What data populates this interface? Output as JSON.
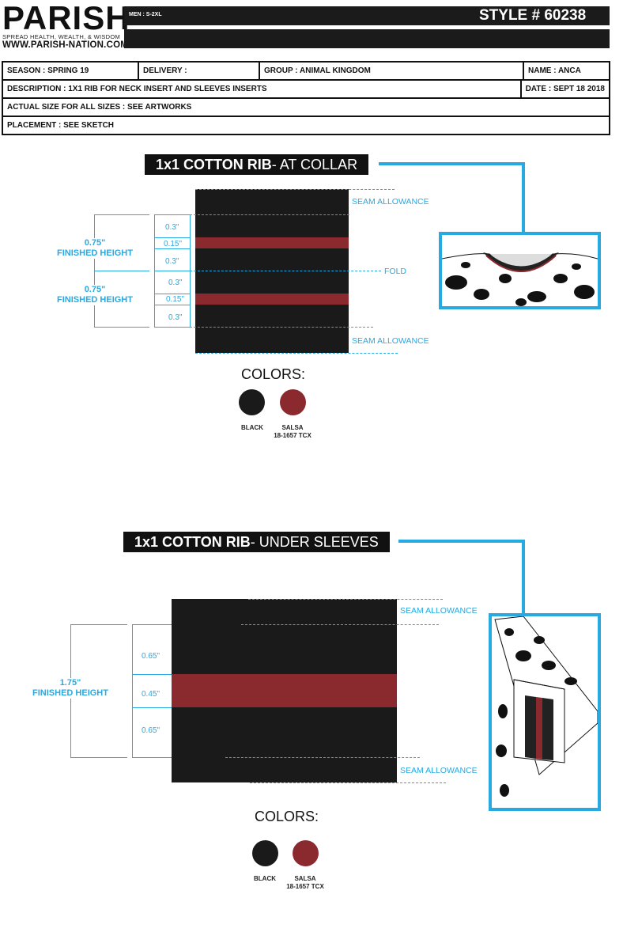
{
  "header": {
    "brand": "PARISH",
    "tagline": "SPREAD HEALTH, WEALTH, & WISDOM",
    "website": "WWW.PARISH-NATION.COM",
    "size_range": "MEN : S-2XL",
    "style_number": "STYLE # 60238"
  },
  "info": {
    "season": "SEASON : SPRING 19",
    "delivery": "DELIVERY :",
    "group": "GROUP : ANIMAL KINGDOM",
    "name": "NAME : ANCA",
    "description": "DESCRIPTION : 1X1 RIB FOR NECK INSERT AND SLEEVES INSERTS",
    "date": "DATE : SEPT 18 2018",
    "actual_size": "ACTUAL SIZE FOR ALL SIZES : SEE ARTWORKS",
    "placement": "PLACEMENT : SEE SKETCH"
  },
  "collar": {
    "title_bold": "1x1 COTTON RIB",
    "title_rest": "- AT COLLAR",
    "seam_top": "SEAM ALLOWANCE",
    "seam_bottom": "SEAM ALLOWANCE",
    "fold": "FOLD",
    "finished_1_value": "0.75\"",
    "finished_1_label": "FINISHED HEIGHT",
    "finished_2_value": "0.75\"",
    "finished_2_label": "FINISHED HEIGHT",
    "m1": "0.3\"",
    "m2": "0.15\"",
    "m3": "0.3\"",
    "m4": "0.3\"",
    "m5": "0.15\"",
    "m6": "0.3\"",
    "colors_heading": "COLORS:",
    "color_1": "BLACK",
    "color_2": "SALSA",
    "color_2_code": "18-1657 TCX"
  },
  "sleeves": {
    "title_bold": "1x1 COTTON RIB",
    "title_rest": "- UNDER SLEEVES",
    "seam_top": "SEAM ALLOWANCE",
    "seam_bottom": "SEAM ALLOWANCE",
    "finished_value": "1.75\"",
    "finished_label": "FINISHED HEIGHT",
    "m1": "0.65\"",
    "m2": "0.45\"",
    "m3": "0.65\"",
    "colors_heading": "COLORS:",
    "color_1": "BLACK",
    "color_2": "SALSA",
    "color_2_code": "18-1657 TCX"
  },
  "palette": {
    "black": "#1a1a1a",
    "salsa": "#8b2a2e",
    "accent_blue": "#27a9e1"
  }
}
